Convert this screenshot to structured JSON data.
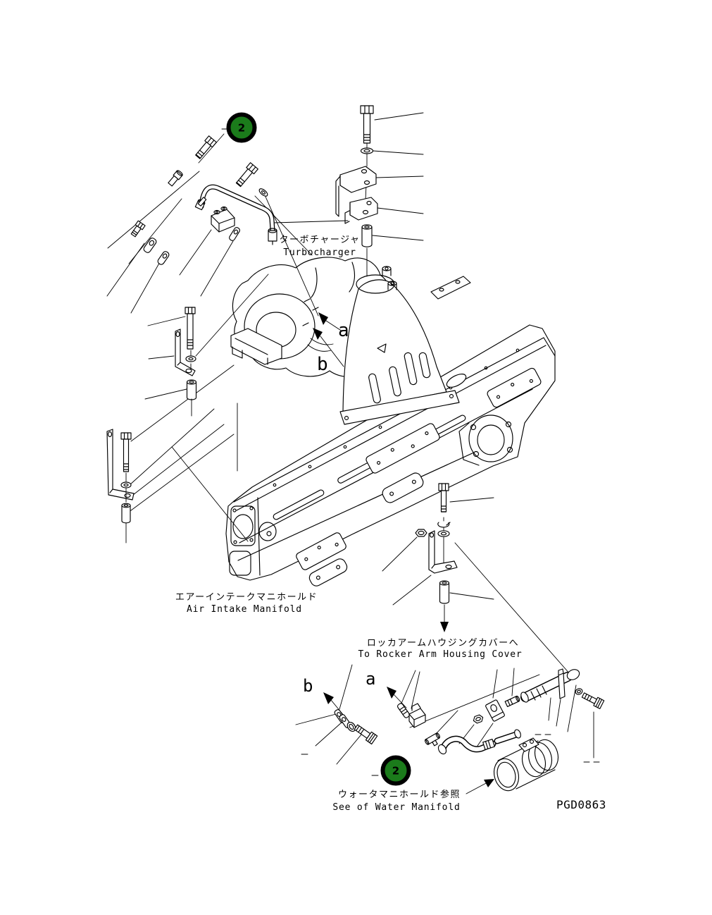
{
  "drawing": {
    "code": "PGD0863",
    "background_color": "#ffffff",
    "line_color": "#000000"
  },
  "balloons": {
    "top": {
      "number": "2"
    },
    "bottom": {
      "number": "2"
    },
    "fill": "#1b7b1b",
    "ring": "#000000",
    "number_color": "#ffffff"
  },
  "labels": {
    "turbocharger": {
      "jp": "ターボチャージャ",
      "en": "Turbocharger"
    },
    "air_intake_manifold": {
      "jp": "エアーインテークマニホールド",
      "en": "Air Intake Manifold"
    },
    "rocker_arm_cover": {
      "jp": "ロッカアームハウジングカバーへ",
      "en": "To Rocker Arm Housing Cover"
    },
    "water_manifold": {
      "jp": "ウォータマニホールド参照",
      "en": "See of Water Manifold"
    }
  },
  "view_arrows": {
    "upper": {
      "a": "a",
      "b": "b"
    },
    "lower": {
      "a": "a",
      "b": "b"
    }
  }
}
